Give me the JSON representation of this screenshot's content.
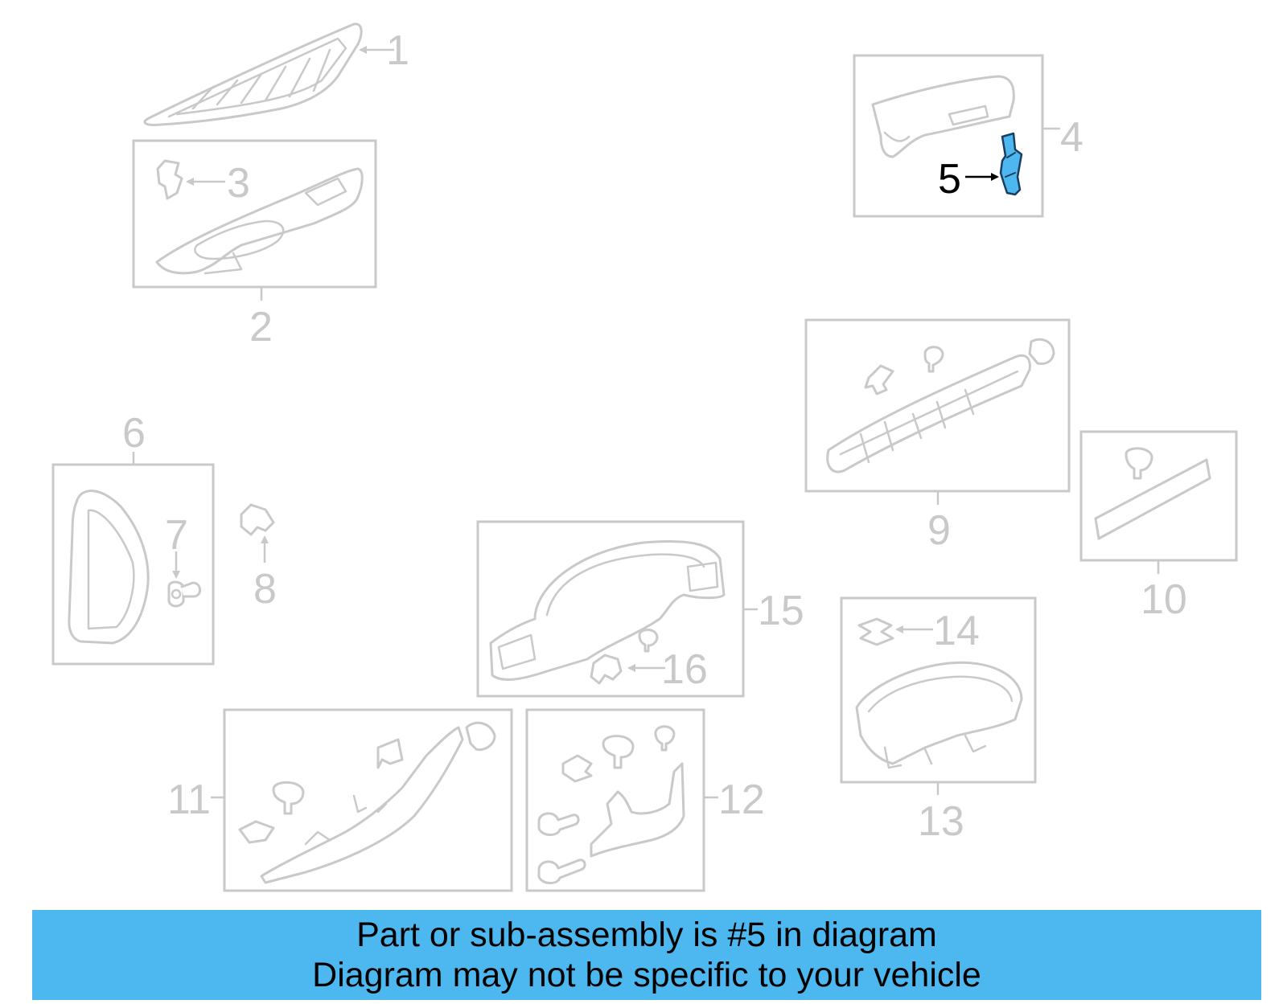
{
  "diagram": {
    "highlighted_part": "5",
    "callouts": {
      "c1": "1",
      "c2": "2",
      "c3": "3",
      "c4": "4",
      "c5": "5",
      "c6": "6",
      "c7": "7",
      "c8": "8",
      "c9": "9",
      "c10": "10",
      "c11": "11",
      "c12": "12",
      "c13": "13",
      "c14": "14",
      "c15": "15",
      "c16": "16"
    },
    "colors": {
      "line": "#c9c9c9",
      "highlight_fill": "#4db8f0",
      "banner": "#4db8f0",
      "highlight_text": "#000000"
    }
  },
  "banner": {
    "line1": "Part or sub-assembly is #5 in diagram",
    "line2": "Diagram may not be specific to your vehicle"
  }
}
